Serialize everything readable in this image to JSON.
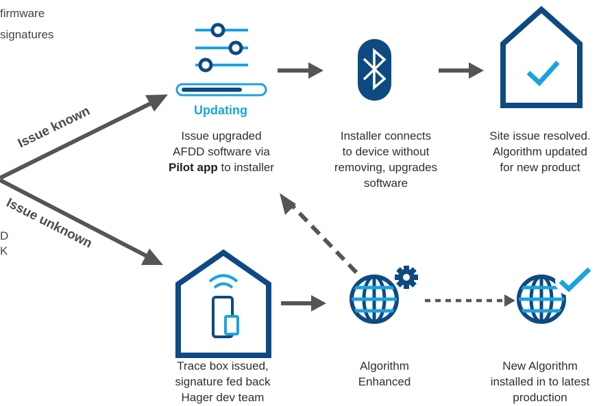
{
  "left_edge_text": {
    "line1": "firmware",
    "line2": "signatures",
    "line3": "D",
    "line4": "K"
  },
  "branches": {
    "known": "Issue known",
    "unknown": "Issue unknown"
  },
  "updating_icon": {
    "label": "Updating"
  },
  "captions": {
    "upgrade": {
      "line1": "Issue upgraded",
      "line2": "AFDD software via",
      "line3_bold": "Pilot app",
      "line3_rest": " to installer"
    },
    "installer": {
      "line1": "Installer connects",
      "line2": "to device without",
      "line3": "removing, upgrades",
      "line4": "software"
    },
    "resolved": {
      "line1": "Site issue resolved.",
      "line2": "Algorithm updated",
      "line3": "for new product"
    },
    "tracebox": {
      "line1": "Trace box issued,",
      "line2": "signature fed back",
      "line3": "Hager dev team"
    },
    "enhanced": {
      "line1": "Algorithm",
      "line2": "Enhanced"
    },
    "newalgo": {
      "line1": "New Algorithm",
      "line2": "installed in to latest",
      "line3": "production"
    }
  },
  "colors": {
    "navy": "#0d4a82",
    "blue": "#1aa3e0",
    "arrow_gray": "#555555"
  },
  "icons": [
    "sliders-icon",
    "bluetooth-icon",
    "house-check-icon",
    "house-device-icon",
    "globe-gear-icon",
    "globe-check-icon"
  ]
}
